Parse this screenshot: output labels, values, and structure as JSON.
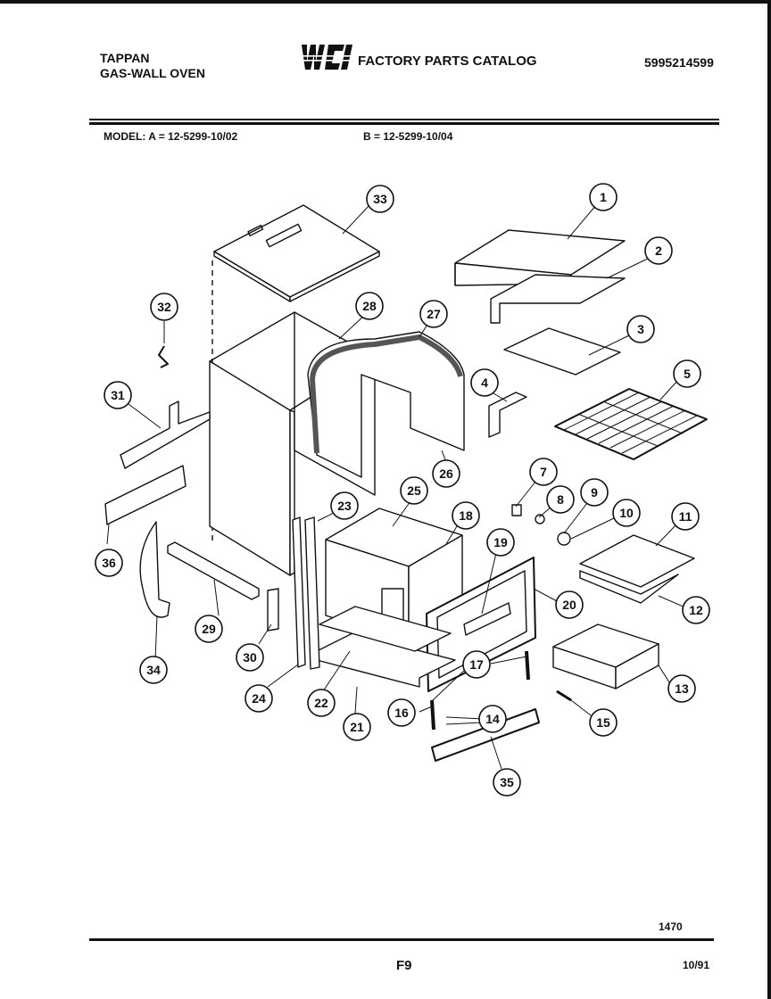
{
  "header": {
    "brand_line1": "TAPPAN",
    "brand_line2": "GAS-WALL OVEN",
    "logo_text": "WCI",
    "catalog_title": "FACTORY PARTS CATALOG",
    "catalog_number": "5995214599"
  },
  "models": {
    "label": "MODEL:",
    "a": "A = 12-5299-10/02",
    "b": "B = 12-5299-10/04"
  },
  "footer": {
    "page_number": "1470",
    "page_code": "F9",
    "date": "10/91"
  },
  "callouts": [
    "1",
    "2",
    "3",
    "4",
    "5",
    "7",
    "8",
    "9",
    "10",
    "11",
    "12",
    "13",
    "14",
    "15",
    "16",
    "17",
    "18",
    "19",
    "20",
    "21",
    "22",
    "23",
    "24",
    "25",
    "26",
    "27",
    "28",
    "29",
    "30",
    "31",
    "32",
    "33",
    "34",
    "35",
    "36"
  ],
  "colors": {
    "ink": "#111111",
    "paper": "#ffffff"
  }
}
